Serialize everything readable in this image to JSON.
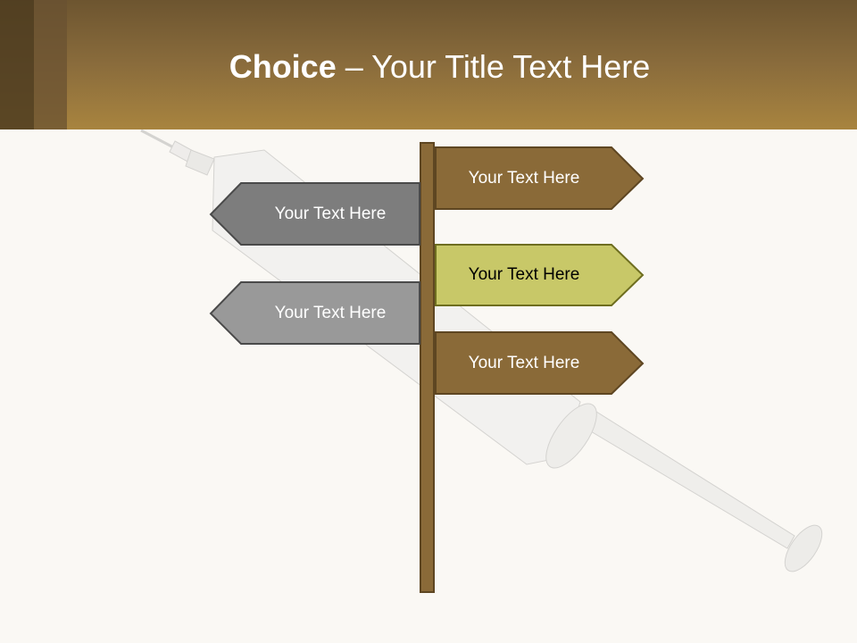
{
  "slide": {
    "title_bold": "Choice",
    "title_rest": " – Your Title Text Here"
  },
  "signs": [
    {
      "label": "Your Text Here",
      "direction": "right",
      "fill": "#8a6a38",
      "stroke": "#5e4622",
      "text_color": "#ffffff"
    },
    {
      "label": "Your Text Here",
      "direction": "left",
      "fill": "#7d7d7d",
      "stroke": "#4a4a4a",
      "text_color": "#ffffff"
    },
    {
      "label": "Your Text Here",
      "direction": "right",
      "fill": "#c8c868",
      "stroke": "#6e6e20",
      "text_color": "#000000"
    },
    {
      "label": "Your Text Here",
      "direction": "left",
      "fill": "#999999",
      "stroke": "#4a4a4a",
      "text_color": "#ffffff"
    },
    {
      "label": "Your Text Here",
      "direction": "right",
      "fill": "#8a6a38",
      "stroke": "#5e4622",
      "text_color": "#ffffff"
    }
  ],
  "colors": {
    "header_dark": "#6d5530",
    "header_light": "#a8843f",
    "pole": "#8a6a38",
    "background": "#faf8f4"
  },
  "decor": {
    "background_image": "syringe-illustration"
  }
}
